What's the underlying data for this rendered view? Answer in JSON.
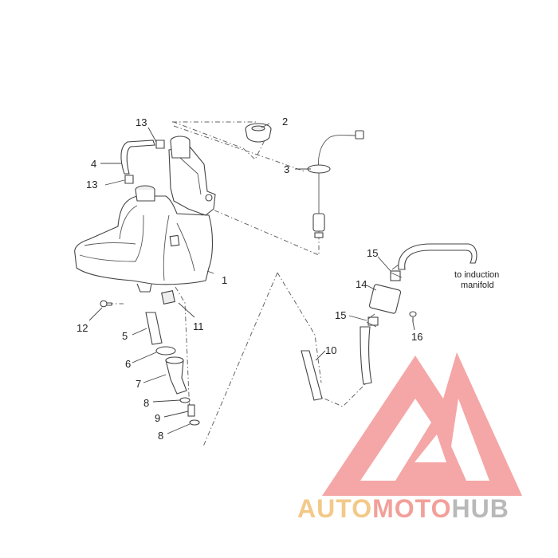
{
  "callouts": {
    "c1": "1",
    "c2": "2",
    "c3": "3",
    "c4": "4",
    "c5": "5",
    "c6": "6",
    "c7": "7",
    "c8a": "8",
    "c8b": "8",
    "c9": "9",
    "c10": "10",
    "c11": "11",
    "c12": "12",
    "c13a": "13",
    "c13b": "13",
    "c14": "14",
    "c15a": "15",
    "c15b": "15",
    "c16": "16"
  },
  "note": {
    "line1": "to induction",
    "line2": "manifold"
  },
  "watermark": {
    "part_a": "AUTO",
    "part_b": "MOTO",
    "part_c": "HUB",
    "color_a": "#f3c989",
    "color_b": "#f2a09a",
    "color_c": "#b9b9b9",
    "logo_color": "#f08a88"
  }
}
